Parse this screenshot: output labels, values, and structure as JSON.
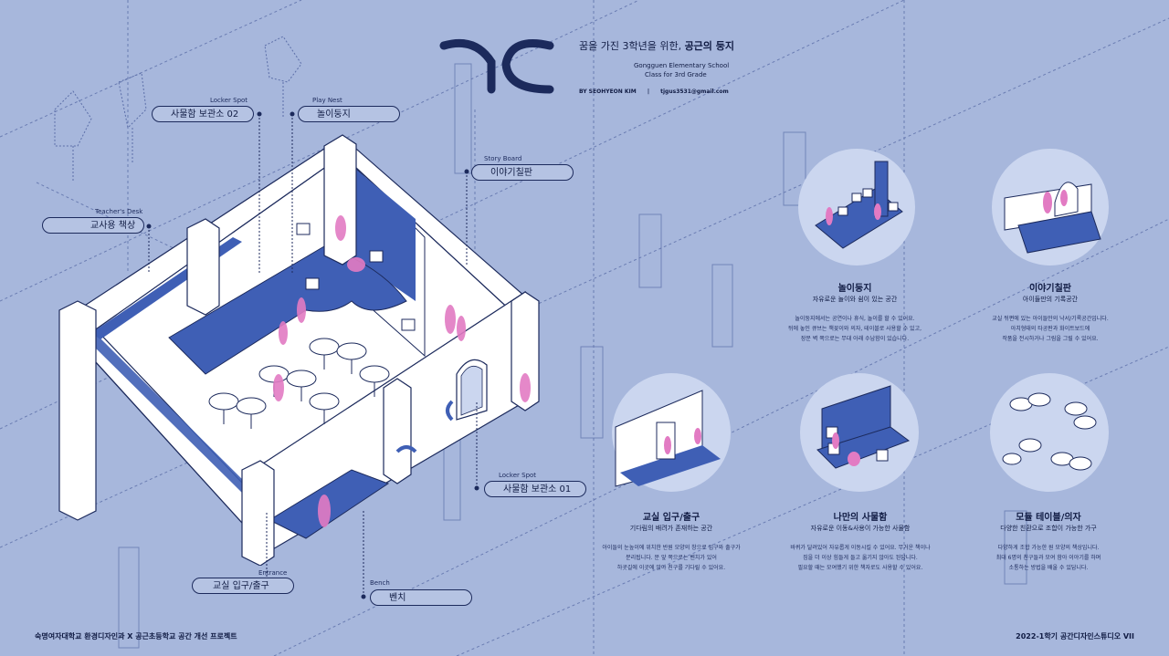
{
  "header": {
    "title_prefix": "꿈을 가진 3학년을 위한, ",
    "title_bold": "공근의 둥지",
    "subtitle_line1": "Gongguen Elementary School",
    "subtitle_line2": "Class for 3rd Grade",
    "author": "BY SEOHYEON KIM",
    "separator": "|",
    "email": "tjgus3531@gmail.com"
  },
  "labels": {
    "locker_spot_2_en": "Locker Spot",
    "locker_spot_2_ko": "사물함 보관소 02",
    "play_nest_en": "Play Nest",
    "play_nest_ko": "놀이둥지",
    "story_board_en": "Story Board",
    "story_board_ko": "이야기칠판",
    "teachers_desk_en": "Teacher's Desk",
    "teachers_desk_ko": "교사용 책상",
    "locker_spot_1_en": "Locker Spot",
    "locker_spot_1_ko": "사물함 보관소 01",
    "entrance_en": "Entrance",
    "entrance_ko": "교실 입구/출구",
    "bench_en": "Bench",
    "bench_ko": "벤치"
  },
  "sections": {
    "play_nest": {
      "title": "놀이둥지",
      "subtitle": "자유로운 놀이와 쉼이 있는 공간",
      "body": [
        "놀이둥지에서는 공연이나 휴식, 놀이를 할 수 있어요.",
        "뒤에 놓인 큐브는 책꽂이와 의자, 테이블로 사용할 수 있고,",
        "장문 벽 쪽으로는 무대 아래 수납함이 있습니다."
      ]
    },
    "story_board": {
      "title": "이야기칠판",
      "subtitle": "아이들만의 기록공간",
      "body": [
        "교실 뒤편에 있는 아이들만의 낙서/기록공간입니다.",
        "아치형태의 타공판과 화이트보드에",
        "작품을 전시하거나 그림을 그릴 수 있어요."
      ]
    },
    "entrance": {
      "title": "교실 입구/출구",
      "subtitle": "기다림의 배려가 존재하는 공간",
      "body": [
        "아이들의 눈높이에 위치한 반원 모양의 창으로 입구와 출구가",
        "분리됩니다. 문 앞 쪽으로는 벤치가 있어",
        "하굣길에 이곳에 앉아 친구를 기다릴 수 있어요."
      ]
    },
    "my_locker": {
      "title": "나만의 사물함",
      "subtitle": "자유로운 이동&사용이 가능한 사물함",
      "body": [
        "바퀴가 달려있어 자유롭게 이동시킬 수 있어요. 무거운 책이나",
        "짐을 더 이상 힘들게 들고 옮기지 않아도 된답니다.",
        "필요할 때는 모여했기 위한 책자로도 사용할 수 있어요."
      ]
    },
    "modular": {
      "title": "모듈 테이블/의자",
      "subtitle": "다양한 친환으로 조합이 가능한 가구",
      "body": [
        "다양하게 조합 가능한 원 모양의 책상입니다.",
        "최대 6명의 친구들과 모여 함아 이야기를 하며",
        "소통하는 방법을 배울 수 있답니다."
      ]
    }
  },
  "footer": {
    "left": "숙명여자대학교 환경디자인과 X 공근초등학교 공간 개선 프로젝트",
    "right": "2022-1학기 공간디자인스튜디오 VII"
  },
  "colors": {
    "background": "#a7b7dc",
    "navy": "#1c2a5c",
    "accent_blue": "#3f5fb5",
    "pink": "#e27bc3",
    "circle_fill": "#cbd6ef"
  }
}
